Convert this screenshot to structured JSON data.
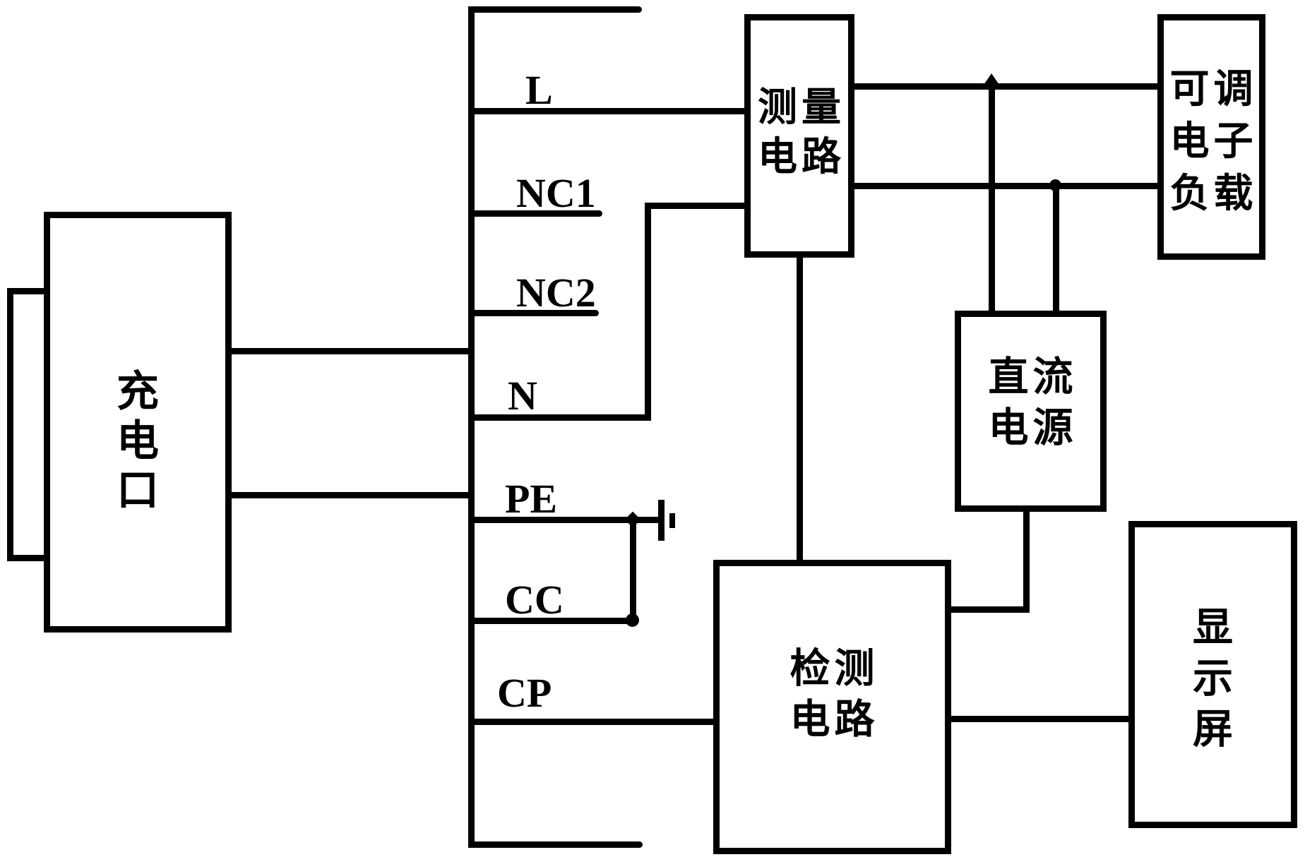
{
  "colors": {
    "background": "#ffffff",
    "line": "#000000",
    "text": "#000000"
  },
  "boxes": {
    "charging_port": {
      "label": "充电口",
      "lines": [
        "充",
        "电",
        "口"
      ]
    },
    "measurement_circuit": {
      "label": "测量电路",
      "lines": [
        "测量",
        "电路"
      ]
    },
    "adjustable_electronic_load": {
      "label": "可调电子负载",
      "lines": [
        "可调",
        "电子",
        "负载"
      ]
    },
    "dc_power_supply": {
      "label": "直流电源",
      "lines": [
        "直流",
        "电源"
      ]
    },
    "detection_circuit": {
      "label": "检测电路",
      "lines": [
        "检测",
        "电路"
      ]
    },
    "display_screen": {
      "label": "显示屏",
      "lines": [
        "显",
        "示",
        "屏"
      ]
    }
  },
  "pins": [
    {
      "id": "L",
      "label": "L"
    },
    {
      "id": "NC1",
      "label": "NC1"
    },
    {
      "id": "NC2",
      "label": "NC2"
    },
    {
      "id": "N",
      "label": "N"
    },
    {
      "id": "PE",
      "label": "PE"
    },
    {
      "id": "CC",
      "label": "CC"
    },
    {
      "id": "CP",
      "label": "CP"
    }
  ],
  "icons": {
    "earth_ground_icon": "two vertical bars (earth ground, rotated)",
    "arrow_up_icon": "solid triangle pointing up",
    "junction_dot_icon": "filled circle node",
    "junction_diamond_icon": "filled diamond node"
  }
}
